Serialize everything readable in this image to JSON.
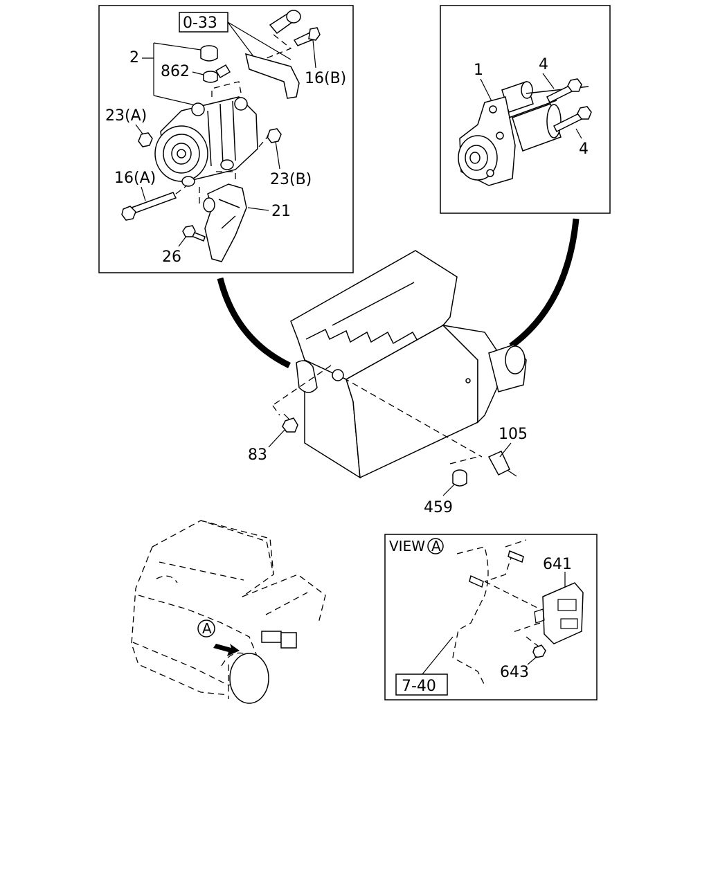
{
  "callouts": {
    "alternator_ref": "0-33",
    "part_2": "2",
    "part_862": "862",
    "part_16b": "16(B)",
    "part_23a": "23(A)",
    "part_23b": "23(B)",
    "part_16a": "16(A)",
    "part_21": "21",
    "part_26": "26",
    "starter_1": "1",
    "starter_4_top": "4",
    "starter_4_bottom": "4",
    "part_83": "83",
    "part_105": "105",
    "part_459": "459",
    "view_text": "VIEW",
    "view_circle": "A",
    "truck_circle": "A",
    "part_641": "641",
    "part_643": "643",
    "view_ref": "7-40"
  },
  "icons": {
    "view_marker": "circled-letter-a",
    "direction": "arrow-right-icon"
  }
}
